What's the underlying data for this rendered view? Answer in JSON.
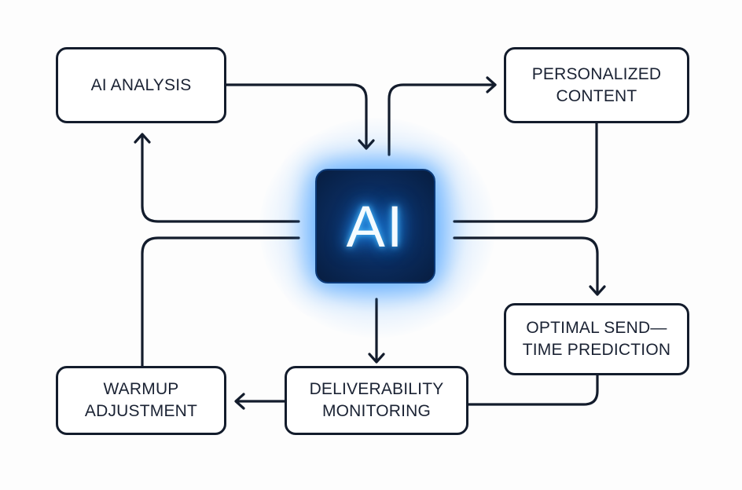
{
  "diagram": {
    "center": {
      "label": "AI",
      "glow_color": "#2a9dff",
      "box_color": "#0a2a5a"
    },
    "nodes": {
      "analysis": {
        "lines": [
          "AI ANALYSIS"
        ]
      },
      "personalized": {
        "lines": [
          "PERSONALIZED",
          "CONTENT"
        ]
      },
      "optimal": {
        "lines": [
          "OPTIMAL SEND—",
          "TIME PREDICTION"
        ]
      },
      "deliverability": {
        "lines": [
          "DELIVERABILITY",
          "MONITORING"
        ]
      },
      "warmup": {
        "lines": [
          "WARMUP",
          "ADJUSTMENT"
        ]
      }
    },
    "edges": [
      {
        "from": "AI ANALYSIS",
        "to": "AI"
      },
      {
        "from": "AI",
        "to": "PERSONALIZED CONTENT"
      },
      {
        "from": "PERSONALIZED CONTENT",
        "to": "AI"
      },
      {
        "from": "AI",
        "to": "AI ANALYSIS"
      },
      {
        "from": "AI",
        "to": "OPTIMAL SEND—TIME PREDICTION"
      },
      {
        "from": "OPTIMAL SEND—TIME PREDICTION",
        "to": "DELIVERABILITY MONITORING"
      },
      {
        "from": "AI",
        "to": "DELIVERABILITY MONITORING"
      },
      {
        "from": "DELIVERABILITY MONITORING",
        "to": "WARMUP ADJUSTMENT"
      },
      {
        "from": "WARMUP ADJUSTMENT",
        "to": "AI"
      }
    ],
    "line_color": "#131c2c"
  }
}
